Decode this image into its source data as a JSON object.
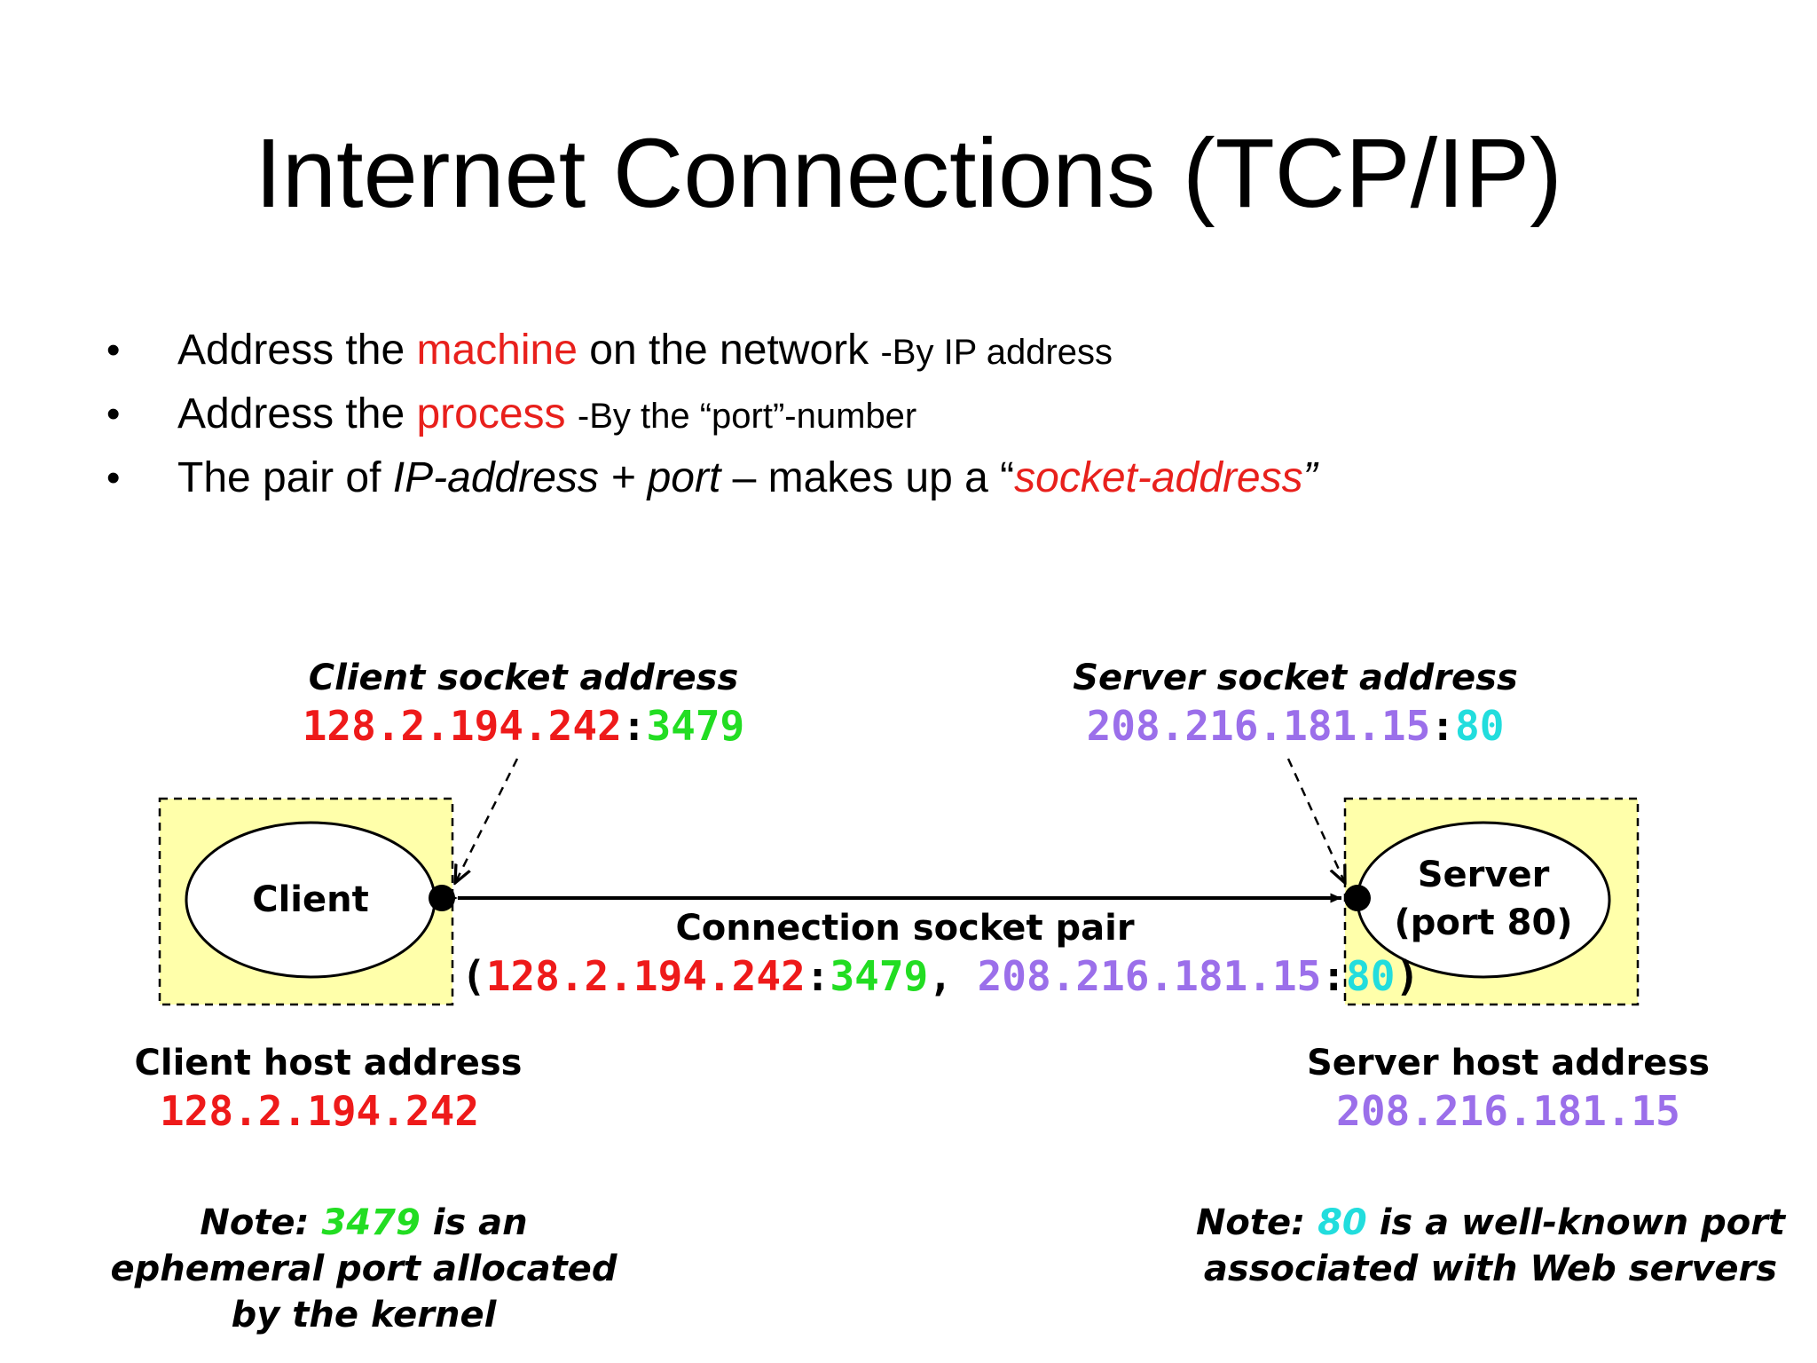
{
  "slide": {
    "title": "Internet Connections (TCP/IP)",
    "bullets": [
      {
        "pre": "Address the ",
        "highlight": "machine",
        "post": " on the network  ",
        "note": "-By IP address"
      },
      {
        "pre": "Address the ",
        "highlight": "process",
        "post": " ",
        "note": "-By the “port”-number"
      },
      {
        "pre": "The pair of ",
        "italic1": "IP-address + port",
        "mid": " – makes up a “",
        "highlight": "socket-address",
        "post": "”"
      }
    ]
  },
  "diagram": {
    "client_socket_label": "Client socket address",
    "client_ip": "128.2.194.242",
    "client_port": "3479",
    "server_socket_label": "Server socket address",
    "server_ip": "208.216.181.15",
    "server_port": "80",
    "client_label": "Client",
    "server_label_line1": "Server",
    "server_label_line2": "(port 80)",
    "connection_label": "Connection socket pair",
    "pair_open": "(",
    "pair_sep": ":",
    "pair_comma": ", ",
    "pair_close": ")",
    "client_host_label": "Client host address",
    "server_host_label": "Server host address",
    "client_note_prefix": "Note: ",
    "client_note_port": "3479",
    "client_note_rest1": " is an",
    "client_note_line2": "ephemeral port allocated",
    "client_note_line3": "by the kernel",
    "server_note_prefix": "Note: ",
    "server_note_port": "80",
    "server_note_rest1": " is a well-known port",
    "server_note_line2": "associated with Web servers"
  },
  "colors": {
    "red_highlight": "#e8201c",
    "client_ip": "#ee1a1a",
    "client_port": "#22dd22",
    "server_ip": "#9b6fea",
    "server_port": "#22dddd",
    "host_box_fill": "#ffffaa"
  }
}
